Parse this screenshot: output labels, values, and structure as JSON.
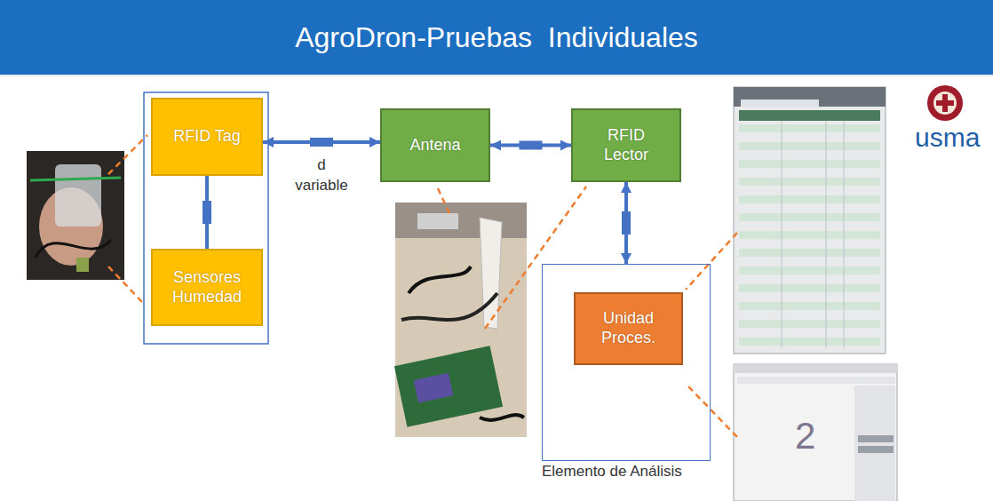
{
  "diagram": {
    "title": "AgroDron-Pruebas  Individuales",
    "nodes": [
      {
        "text": [
          "RFID Tag"
        ]
      },
      {
        "text": [
          "Sensores Humedad"
        ]
      },
      {
        "text": [
          "Antena"
        ]
      },
      {
        "text": [
          "RFID Lector"
        ]
      },
      {
        "text": [
          "Elemento de Análisis"
        ]
      },
      {
        "text": [
          "Unidad Proces."
        ],
        "in": 4
      }
    ],
    "edges": [
      {
        "from": 0,
        "to": 1,
        "arrow": "none"
      },
      {
        "from": 0,
        "to": 2,
        "label": "d variable",
        "arrow": "both"
      },
      {
        "from": 2,
        "to": 3,
        "arrow": "both"
      },
      {
        "from": 3,
        "to": 4,
        "arrow": "both"
      }
    ],
    "labels": [
      "usma",
      "2"
    ]
  }
}
